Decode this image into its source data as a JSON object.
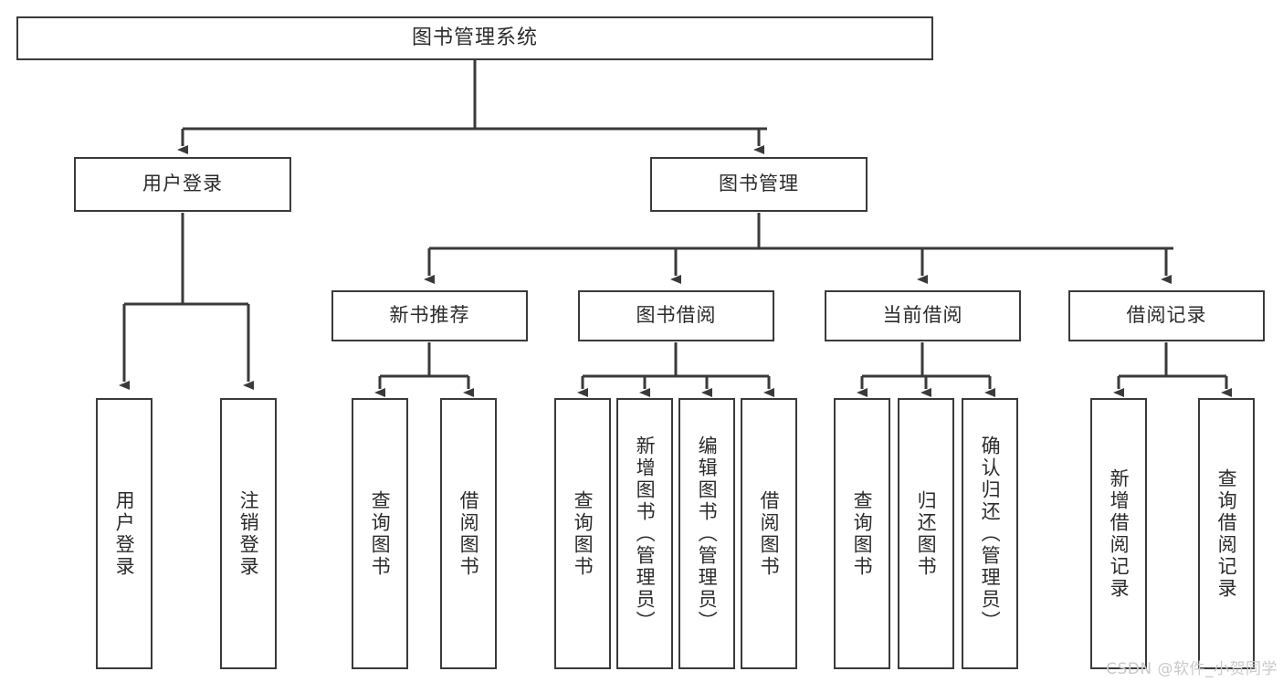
{
  "diagram": {
    "title": "图书管理系统",
    "type": "tree",
    "background_color": "#ffffff",
    "line_color": "#3a3a3a",
    "text_color": "#2b2b2b",
    "root": {
      "label": "图书管理系统"
    },
    "level2": [
      {
        "label": "用户登录"
      },
      {
        "label": "图书管理"
      }
    ],
    "level3": [
      {
        "label": "新书推荐"
      },
      {
        "label": "图书借阅"
      },
      {
        "label": "当前借阅"
      },
      {
        "label": "借阅记录"
      }
    ],
    "leaves": {
      "user_login": [
        {
          "label": "用户登录"
        },
        {
          "label": "注销登录"
        }
      ],
      "new_book_recommend": [
        {
          "label": "查询图书"
        },
        {
          "label": "借阅图书"
        }
      ],
      "book_borrow": [
        {
          "label": "查询图书"
        },
        {
          "label": "新增图书（管理员）"
        },
        {
          "label": "编辑图书（管理员）"
        },
        {
          "label": "借阅图书"
        }
      ],
      "current_borrow": [
        {
          "label": "查询图书"
        },
        {
          "label": "归还图书"
        },
        {
          "label": "确认归还（管理员）"
        }
      ],
      "borrow_record": [
        {
          "label": "新增借阅记录"
        },
        {
          "label": "查询借阅记录"
        }
      ]
    },
    "watermark": "CSDN @软件_小贺同学"
  }
}
